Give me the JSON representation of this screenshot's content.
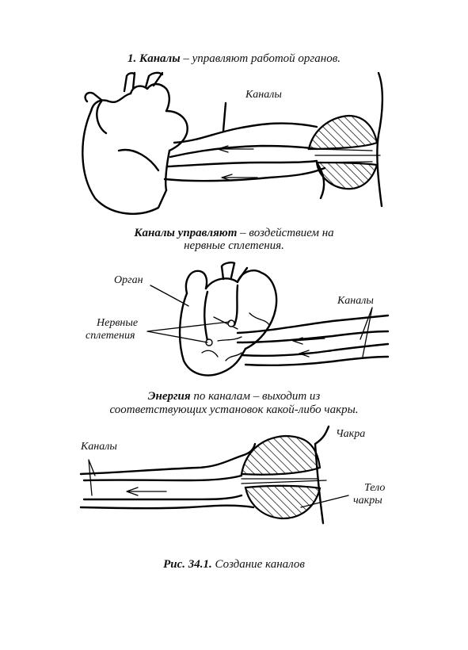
{
  "section1": {
    "title_bold": "1. Каналы",
    "title_rest": " – управляют работой органов.",
    "label_channels": "Каналы"
  },
  "section2": {
    "title_bold": "Каналы управляют",
    "title_rest_line1": "  – воздействием на",
    "title_line2": "нервные сплетения.",
    "label_organ": "Орган",
    "label_plexus_line1": "Нервные",
    "label_plexus_line2": "сплетения",
    "label_channels": "Каналы"
  },
  "section3": {
    "title_bold": "Энергия",
    "title_rest_line1": "  по каналам – выходит из",
    "title_line2": "соответствующих установок какой-либо чакры.",
    "label_channels": "Каналы",
    "label_chakra": "Чакра",
    "label_body_line1": "Тело",
    "label_body_line2": "чакры"
  },
  "figure_caption": {
    "bold": "Рис. 34.1.",
    "rest": " Создание каналов"
  }
}
